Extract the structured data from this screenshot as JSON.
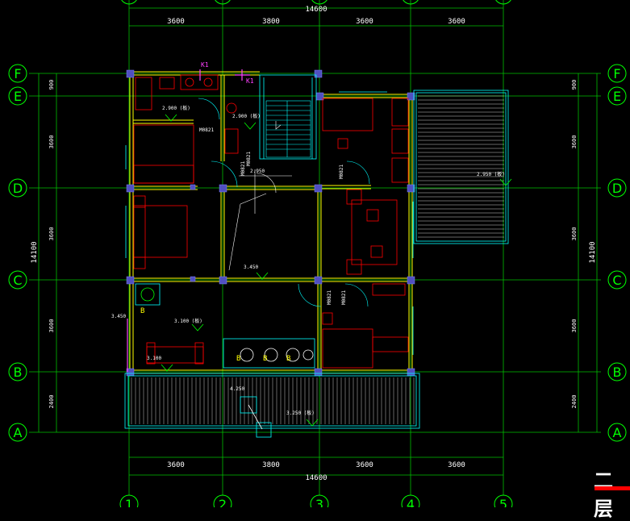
{
  "floor_title": "二层",
  "dimensions": {
    "top_total": "14600",
    "bottom_total": "14600",
    "side_total": "14100",
    "top_bays": [
      "3600",
      "3800",
      "3600",
      "3600"
    ],
    "bottom_bays": [
      "3600",
      "3800",
      "3600",
      "3600"
    ],
    "side_rows": [
      "900",
      "3600",
      "3600",
      "3600",
      "2400"
    ]
  },
  "axes": {
    "rows": [
      "F",
      "E",
      "D",
      "C",
      "B",
      "A"
    ],
    "columns": [
      "1",
      "2",
      "3",
      "4",
      "5"
    ]
  },
  "annotations": {
    "k1_a": "K1",
    "k1_b": "K1",
    "elev_bath": "2.900 (板)",
    "elev_bath2": "2.900 (板)",
    "elev_terrace": "2.950 (板)",
    "elev_hall": "3.450",
    "elev_left": "3.450",
    "elev_living": "3.100 (板)",
    "elev_balcony": "3.250 (板)",
    "elev_stair": "4.250",
    "elev_step": "3.100",
    "elev_landing": "2.950",
    "door_m1": "M0821",
    "door_m2": "M0821",
    "door_m3": "M0821",
    "door_m4": "M0821",
    "door_m5": "M0821",
    "door_m6": "M0821",
    "b_marks": [
      "B",
      "B",
      "B",
      "B"
    ]
  },
  "colors": {
    "axis": "#00ff00",
    "wall": "#ffff00",
    "furniture": "#ff0000",
    "window": "#00ffff",
    "column": "#5050c0",
    "text": "#ffffff",
    "magenta": "#ff40ff"
  }
}
